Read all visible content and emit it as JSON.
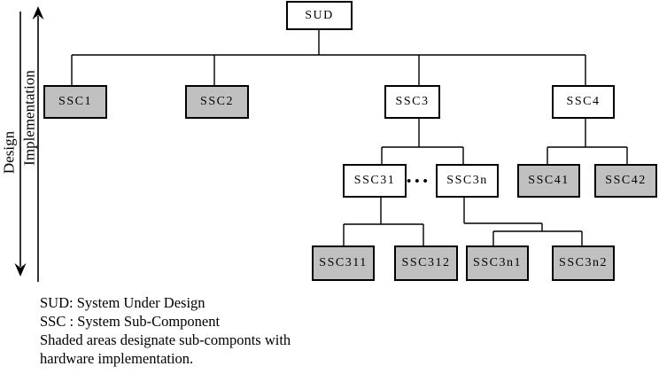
{
  "diagram": {
    "axis": {
      "design_label": "Design",
      "implementation_label": "Implementation"
    },
    "nodes": {
      "sud": {
        "label": "SUD"
      },
      "ssc1": {
        "label": "SSC1"
      },
      "ssc2": {
        "label": "SSC2"
      },
      "ssc3": {
        "label": "SSC3"
      },
      "ssc4": {
        "label": "SSC4"
      },
      "ssc31": {
        "label": "SSC31"
      },
      "ssc3n": {
        "label": "SSC3n"
      },
      "ssc41": {
        "label": "SSC41"
      },
      "ssc42": {
        "label": "SSC42"
      },
      "ssc311": {
        "label": "SSC311"
      },
      "ssc312": {
        "label": "SSC312"
      },
      "ssc3n1": {
        "label": "SSC3n1"
      },
      "ssc3n2": {
        "label": "SSC3n2"
      }
    },
    "ellipsis": "•••",
    "colors": {
      "shaded_fill": "#c0c0c0",
      "plain_fill": "#ffffff",
      "line": "#000000"
    }
  },
  "legend": {
    "lines": [
      "SUD: System Under Design",
      "SSC : System Sub-Component",
      "Shaded areas designate sub-componts with",
      "hardware implementation."
    ]
  }
}
